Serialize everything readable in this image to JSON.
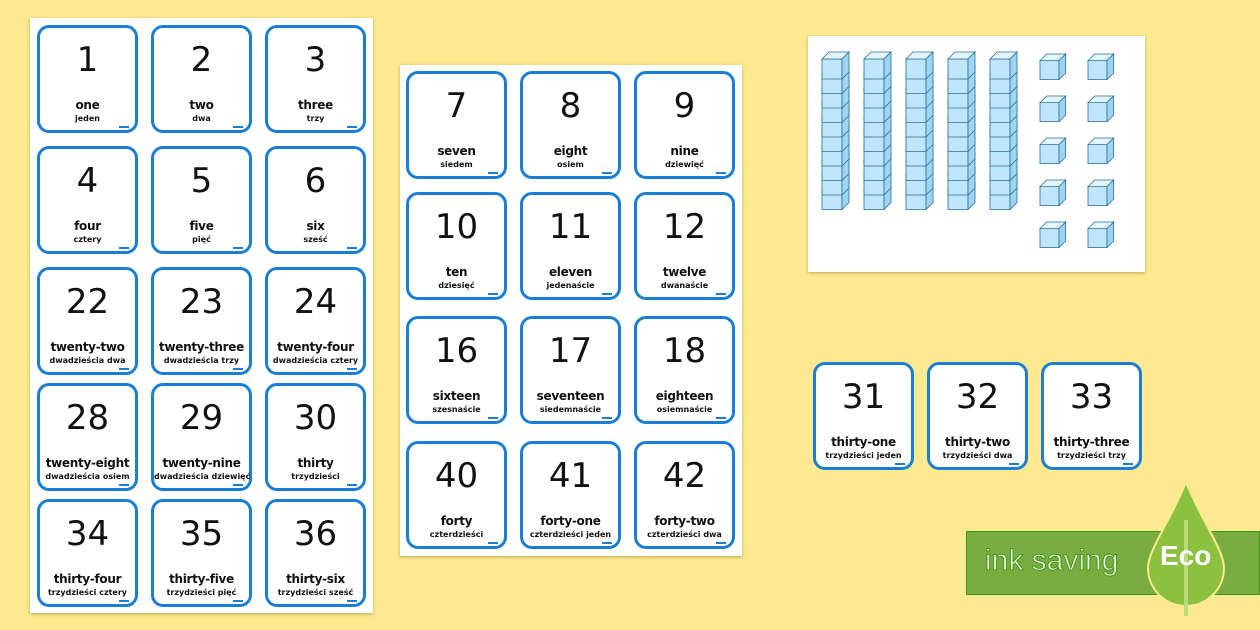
{
  "colors": {
    "background": "#fde98f",
    "card_border": "#1a7fd4",
    "cube_fill": "#bfe6fb",
    "cube_stroke": "#2a6f9e",
    "eco_green": "#7aad3f"
  },
  "left_cards": [
    {
      "num": "1",
      "en": "one",
      "pl": "jeden"
    },
    {
      "num": "2",
      "en": "two",
      "pl": "dwa"
    },
    {
      "num": "3",
      "en": "three",
      "pl": "trzy"
    },
    {
      "num": "4",
      "en": "four",
      "pl": "cztery"
    },
    {
      "num": "5",
      "en": "five",
      "pl": "pięć"
    },
    {
      "num": "6",
      "en": "six",
      "pl": "sześć"
    },
    {
      "num": "22",
      "en": "twenty-two",
      "pl": "dwadzieścia dwa"
    },
    {
      "num": "23",
      "en": "twenty-three",
      "pl": "dwadzieścia trzy"
    },
    {
      "num": "24",
      "en": "twenty-four",
      "pl": "dwadzieścia cztery"
    },
    {
      "num": "28",
      "en": "twenty-eight",
      "pl": "dwadzieścia osiem"
    },
    {
      "num": "29",
      "en": "twenty-nine",
      "pl": "dwadzieścia dziewięć"
    },
    {
      "num": "30",
      "en": "thirty",
      "pl": "trzydzieści"
    },
    {
      "num": "34",
      "en": "thirty-four",
      "pl": "trzydzieści cztery"
    },
    {
      "num": "35",
      "en": "thirty-five",
      "pl": "trzydzieści pięć"
    },
    {
      "num": "36",
      "en": "thirty-six",
      "pl": "trzydzieści sześć"
    }
  ],
  "middle_cards": [
    {
      "num": "7",
      "en": "seven",
      "pl": "siedem"
    },
    {
      "num": "8",
      "en": "eight",
      "pl": "osiem"
    },
    {
      "num": "9",
      "en": "nine",
      "pl": "dziewięć"
    },
    {
      "num": "10",
      "en": "ten",
      "pl": "dziesięć"
    },
    {
      "num": "11",
      "en": "eleven",
      "pl": "jedenaście"
    },
    {
      "num": "12",
      "en": "twelve",
      "pl": "dwanaście"
    },
    {
      "num": "16",
      "en": "sixteen",
      "pl": "szesnaście"
    },
    {
      "num": "17",
      "en": "seventeen",
      "pl": "siedemnaście"
    },
    {
      "num": "18",
      "en": "eighteen",
      "pl": "osiemnaście"
    },
    {
      "num": "40",
      "en": "forty",
      "pl": "czterdzieści"
    },
    {
      "num": "41",
      "en": "forty-one",
      "pl": "czterdzieści jeden"
    },
    {
      "num": "42",
      "en": "forty-two",
      "pl": "czterdzieści dwa"
    }
  ],
  "right_cards": [
    {
      "num": "31",
      "en": "thirty-one",
      "pl": "trzydzieści jeden"
    },
    {
      "num": "32",
      "en": "thirty-two",
      "pl": "trzydzieści dwa"
    },
    {
      "num": "33",
      "en": "thirty-three",
      "pl": "trzydzieści trzy"
    }
  ],
  "base_ten": {
    "tens_rods": 5,
    "cubes_per_rod": 10,
    "unit_cubes": 10
  },
  "eco_badge": {
    "text": "ink saving",
    "word": "Eco"
  }
}
